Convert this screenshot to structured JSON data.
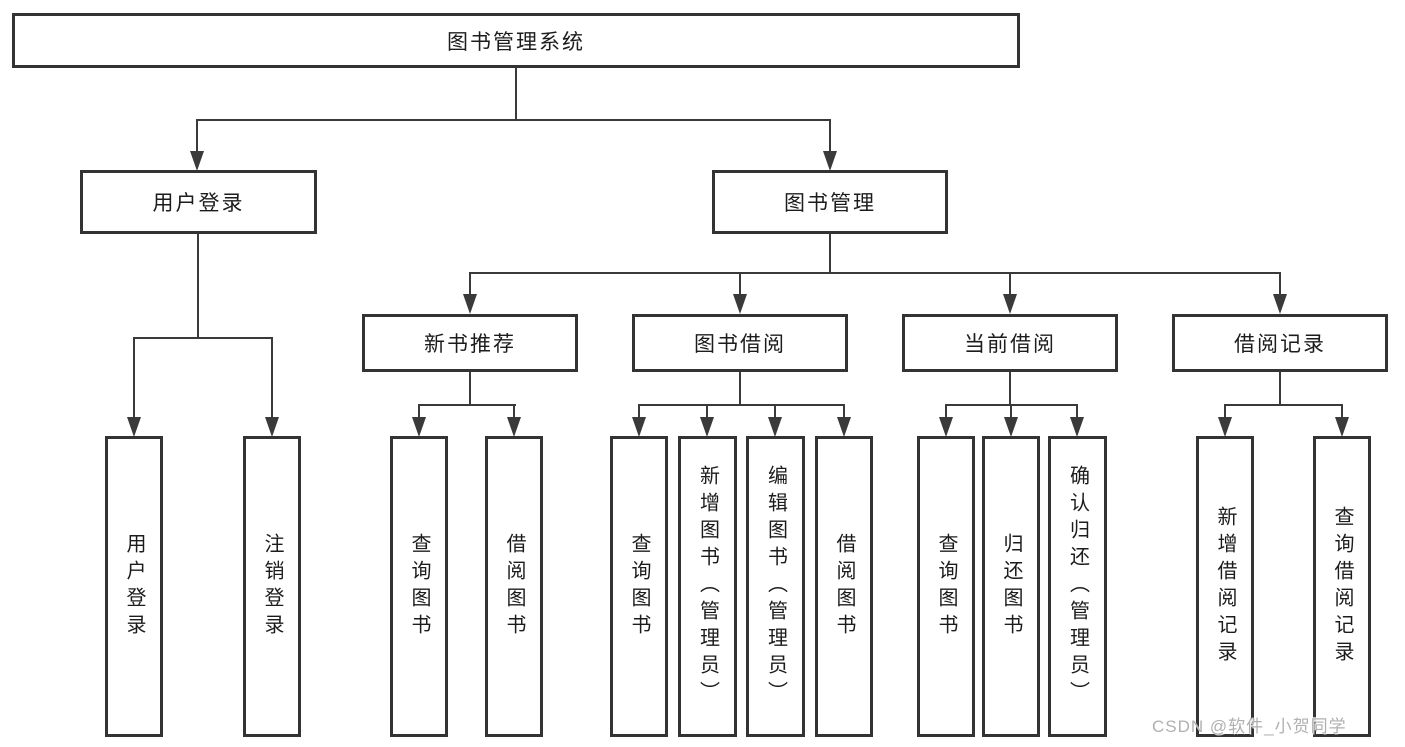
{
  "colors": {
    "line": "#3a3a3a",
    "box_border": "#333333",
    "text": "#1c1c1c",
    "watermark": "#b0b0b0",
    "background": "#ffffff"
  },
  "tree": {
    "label": "图书管理系统",
    "children": [
      {
        "label": "用户登录",
        "children": [
          {
            "label": "用户登录"
          },
          {
            "label": "注销登录"
          }
        ]
      },
      {
        "label": "图书管理",
        "children": [
          {
            "label": "新书推荐",
            "children": [
              {
                "label": "查询图书"
              },
              {
                "label": "借阅图书"
              }
            ]
          },
          {
            "label": "图书借阅",
            "children": [
              {
                "label": "查询图书"
              },
              {
                "label": "新增图书（管理员）"
              },
              {
                "label": "编辑图书（管理员）"
              },
              {
                "label": "借阅图书"
              }
            ]
          },
          {
            "label": "当前借阅",
            "children": [
              {
                "label": "查询图书"
              },
              {
                "label": "归还图书"
              },
              {
                "label": "确认归还（管理员）"
              }
            ]
          },
          {
            "label": "借阅记录",
            "children": [
              {
                "label": "新增借阅记录"
              },
              {
                "label": "查询借阅记录"
              }
            ]
          }
        ]
      }
    ]
  },
  "watermark": {
    "text": "CSDN @软件_小贺同学"
  }
}
